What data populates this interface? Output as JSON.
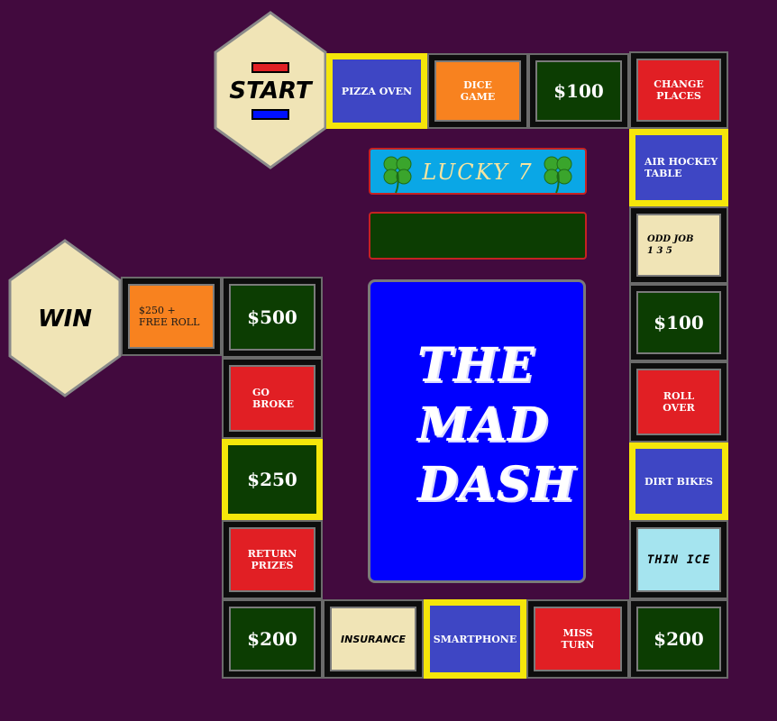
{
  "board": {
    "start": {
      "label": "START",
      "top_bar_color": "#e11f24",
      "bottom_bar_color": "#0010ff"
    },
    "win": {
      "label": "WIN"
    },
    "lucky_label": "LUCKY 7",
    "title_lines": [
      "THE",
      "MAD",
      "DASH"
    ],
    "colors": {
      "background": "#420a3e",
      "money_green": "#0c3d02",
      "red": "#e11f24",
      "orange": "#f8821f",
      "blue": "#3e46c4",
      "cream": "#f0e4b6",
      "ice": "#a5e4ef",
      "highlight": "#f5e60a",
      "title_blue": "#0000ff",
      "lucky_blue": "#0aa7e6"
    }
  },
  "spaces": {
    "pizza_oven": "PIZZA OVEN",
    "dice_game_1": "DICE",
    "dice_game_2": "GAME",
    "top_100": "$100",
    "change_places_1": "CHANGE",
    "change_places_2": "PLACES",
    "air_hockey_1": "AIR HOCKEY",
    "air_hockey_2": "TABLE",
    "odd_job_1": "ODD JOB",
    "odd_job_2": "1 3 5",
    "right_100": "$100",
    "roll_over_1": "ROLL",
    "roll_over_2": "OVER",
    "dirt_bikes": "DIRT BIKES",
    "thin_ice": "THIN ICE",
    "bottom_right_200": "$200",
    "miss_turn_1": "MISS",
    "miss_turn_2": "TURN",
    "smartphone": "SMARTPHONE",
    "insurance": "INSURANCE",
    "bottom_left_200": "$200",
    "return_prizes_1": "RETURN",
    "return_prizes_2": "PRIZES",
    "left_250": "$250",
    "go_broke_1": "GO",
    "go_broke_2": "BROKE",
    "left_500": "$500",
    "free_roll_1": "$250 +",
    "free_roll_2": "FREE ROLL"
  }
}
